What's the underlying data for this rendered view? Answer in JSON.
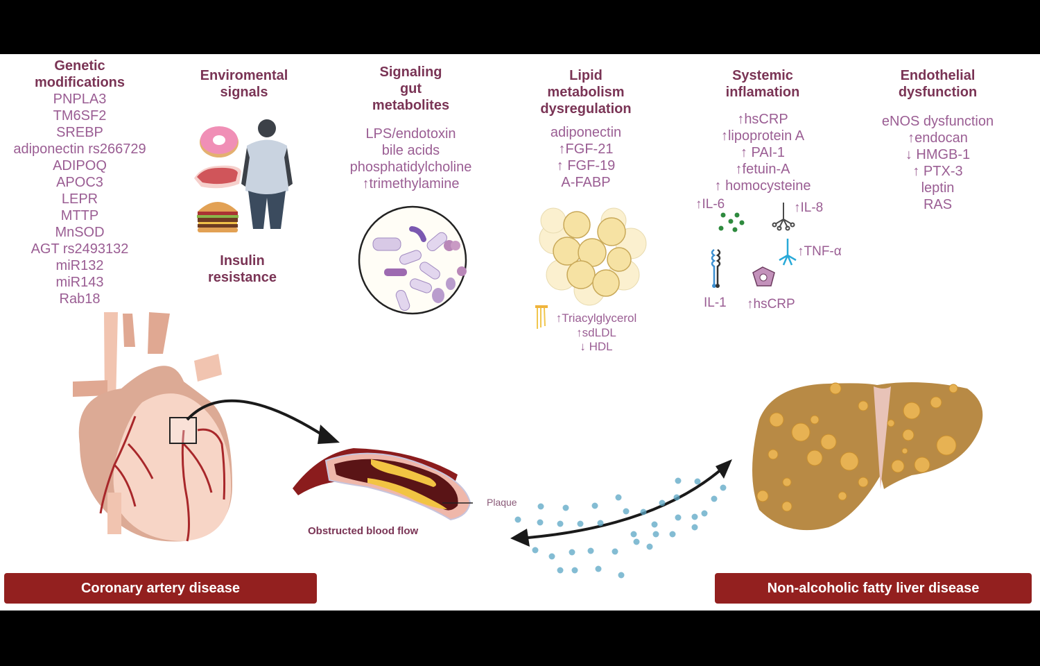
{
  "columns": {
    "genetic": {
      "title": "Genetic\nmodifications",
      "items": [
        "PNPLA3",
        "TM6SF2",
        "SREBP",
        "adiponectin rs266729",
        "ADIPOQ",
        "APOC3",
        "LEPR",
        "MTTP",
        "MnSOD",
        "AGT rs2493132",
        "miR132",
        "miR143",
        "Rab18"
      ]
    },
    "environmental": {
      "title": "Enviromental\nsignals",
      "subtitle": "Insulin\nresistance",
      "icons": [
        "donut-icon",
        "steak-icon",
        "burger-icon",
        "obese-person-icon"
      ]
    },
    "gut": {
      "title": "Signaling\ngut\nmetabolites",
      "items": [
        "LPS/endotoxin",
        "bile acids",
        "phosphatidylcholine",
        "↑trimethylamine"
      ],
      "icon": "gut-microbiota-icon"
    },
    "lipid": {
      "title": "Lipid\nmetabolism\ndysregulation",
      "items": [
        "adiponectin",
        "↑FGF-21",
        "↑ FGF-19",
        "A-FABP"
      ],
      "icon": "adipocytes-icon",
      "sub_items": [
        "↑Triacylglycerol",
        "↑sdLDL",
        "↓ HDL"
      ]
    },
    "inflammation": {
      "title": "Systemic\ninflamation",
      "items": [
        "↑hsCRP",
        "↑lipoprotein A",
        "↑ PAI-1",
        "↑fetuin-A",
        "↑ homocysteine"
      ],
      "markers": {
        "il6": "↑IL-6",
        "il8": "↑IL-8",
        "tnf": "↑TNF-α",
        "il1": "IL-1",
        "hscrp": "↑hsCRP"
      }
    },
    "endothelial": {
      "title": "Endothelial\ndysfunction",
      "items": [
        "eNOS dysfunction",
        "↑endocan",
        "↓ HMGB-1",
        "↑ PTX-3",
        "leptin",
        "RAS"
      ]
    }
  },
  "artery": {
    "caption": "Obstructed blood flow",
    "plaque_label": "Plaque"
  },
  "banners": {
    "cad": "Coronary artery disease",
    "nafld": "Non-alcoholic fatty liver disease"
  },
  "colors": {
    "header": "#7a3455",
    "item": "#9a5d93",
    "banner": "#93201f",
    "heart": "#f3c9b8",
    "artery": "#a8272a",
    "liver": "#b88a45",
    "particles": "#5aa5c4"
  }
}
